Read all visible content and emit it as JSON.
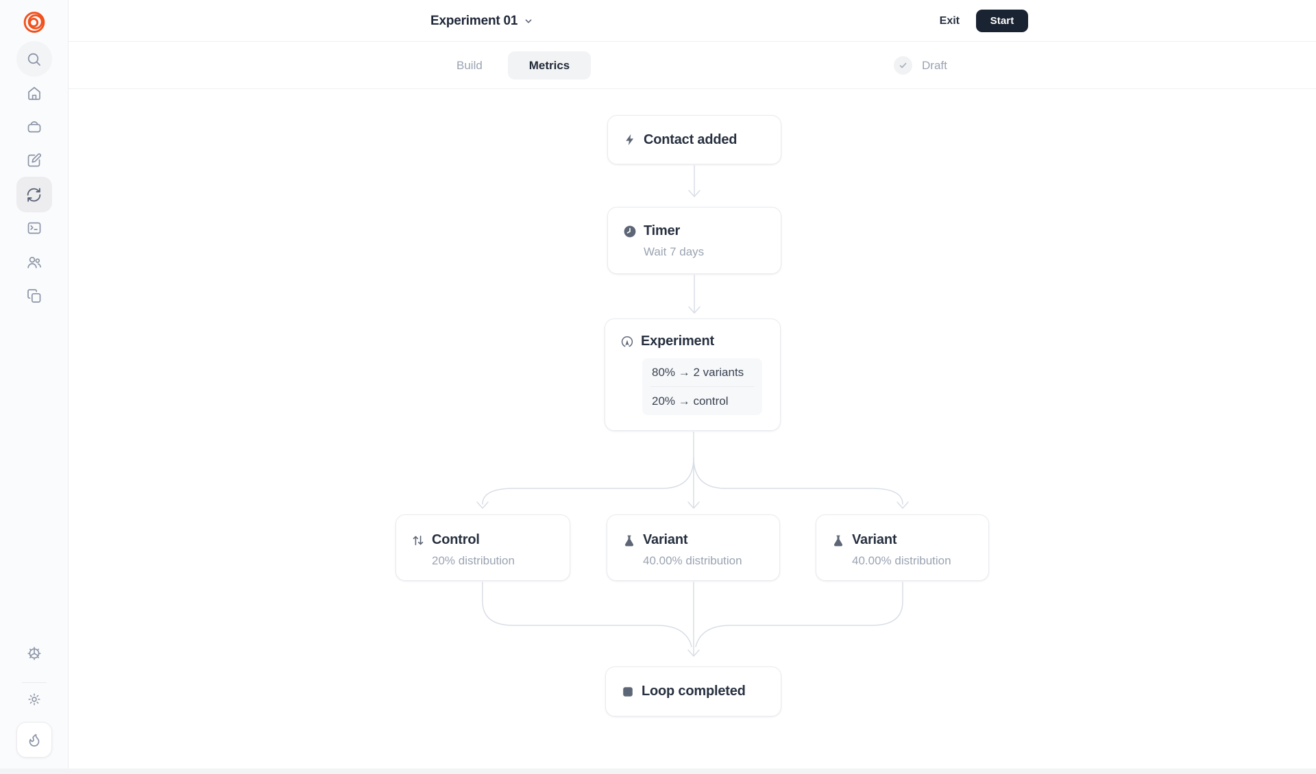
{
  "header": {
    "title": "Experiment 01",
    "exit_label": "Exit",
    "start_label": "Start"
  },
  "tabs": {
    "build_label": "Build",
    "metrics_label": "Metrics",
    "status_label": "Draft"
  },
  "sidebar": {
    "icons": [
      "loops-logo",
      "search-icon",
      "home-icon",
      "inbox-icon",
      "compose-icon",
      "loops-nav-icon",
      "terminal-icon",
      "audience-icon",
      "templates-icon",
      "settings-gear-icon",
      "theme-sun-icon",
      "onboarding-flame-icon"
    ]
  },
  "flow": {
    "trigger": {
      "title": "Contact added"
    },
    "timer": {
      "title": "Timer",
      "subtitle": "Wait 7 days"
    },
    "experiment": {
      "title": "Experiment",
      "split_top": "80% → 2 variants",
      "split_bottom": "20% → control"
    },
    "control": {
      "title": "Control",
      "subtitle": "20% distribution"
    },
    "variant_a": {
      "title": "Variant",
      "subtitle": "40.00% distribution"
    },
    "variant_b": {
      "title": "Variant",
      "subtitle": "40.00% distribution"
    },
    "end": {
      "title": "Loop completed"
    }
  },
  "colors": {
    "brand_orange": "#f0521e",
    "start_button": "#1a2332",
    "node_border": "#e9ebef",
    "connector_line": "#d8dee6",
    "title_text": "#27303f",
    "muted_text": "#9aa3b1",
    "icon_slate": "#5d6676"
  }
}
